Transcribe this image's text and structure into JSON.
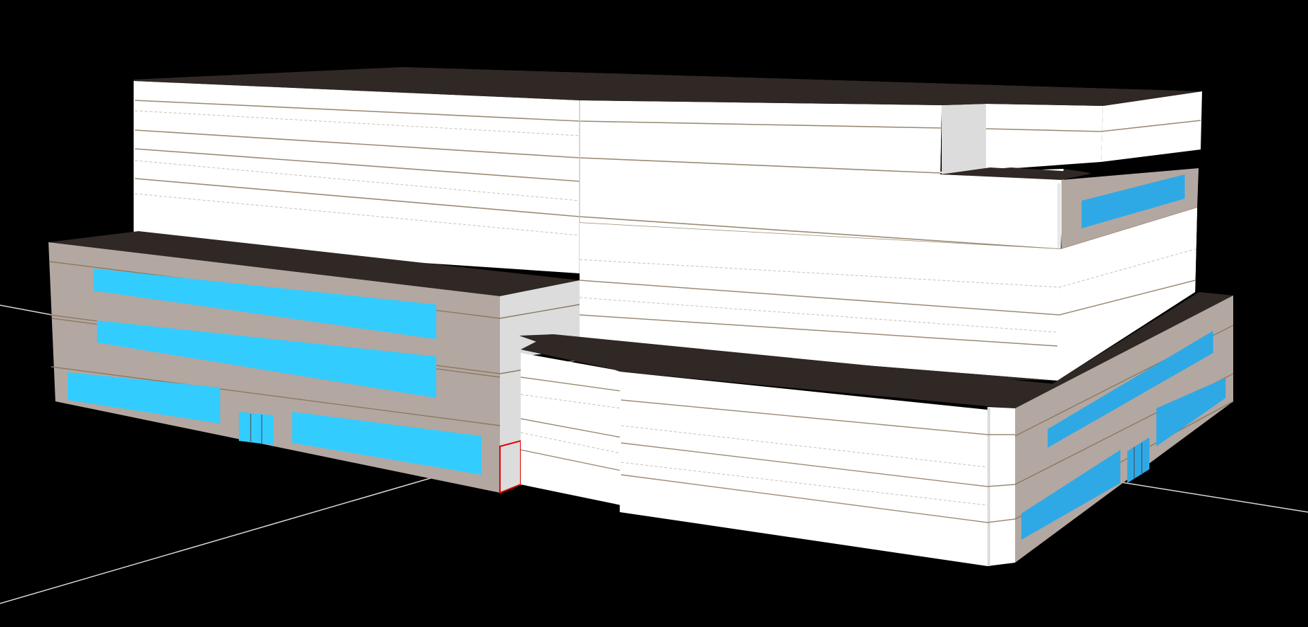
{
  "viewport": {
    "background": "#000000",
    "axis_color": "#d9d9d9"
  },
  "colors": {
    "roof": "#302824",
    "wall_white": "#ffffff",
    "wall_white_shade": "#f2f2f2",
    "wall_grey_side": "#dcdcdc",
    "wall_taupe": "#b3a7a1",
    "window_light": "#33ccff",
    "window_dark": "#2fa9e6",
    "edge": "#8a7a62",
    "selection": "#e00000"
  },
  "model": {
    "blocks": [
      "upper-tower",
      "east-wing",
      "west-wing",
      "south-low-block",
      "link-block"
    ],
    "selected_face": "west-wing-corner-panel"
  }
}
